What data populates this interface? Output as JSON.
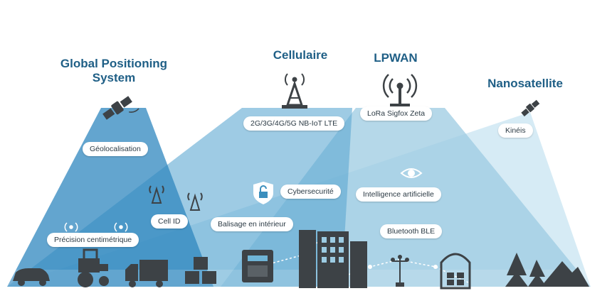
{
  "titles": {
    "gps": "Global Positioning System",
    "cellular": "Cellulaire",
    "lpwan": "LPWAN",
    "nanosat": "Nanosatellite"
  },
  "labels": {
    "cellular_tech": "2G/3G/4G/5G NB-IoT LTE",
    "lpwan_tech": "LoRa Sigfox Zeta",
    "kineis": "Kinéis",
    "geolocalisation": "Géolocalisation",
    "cybersecurite": "Cybersecurité",
    "intelligence": "Intelligence artificielle",
    "cell_id": "Cell ID",
    "balisage": "Balisage en intérieur",
    "bluetooth": "Bluetooth BLE",
    "precision": "Précision centimétrique"
  },
  "colors": {
    "title": "#1f5f86",
    "cone_light": "#a9d3e8",
    "cone_mid": "#6fb4d6",
    "cone_dark": "#3c8fbd",
    "icon": "#3d4246"
  },
  "icons": [
    "satellite-icon",
    "cell-tower-icon",
    "antenna-icon",
    "small-satellite-icon",
    "lock-shield-icon",
    "eye-icon",
    "car-icon",
    "tractor-icon",
    "truck-icon",
    "boxes-icon",
    "machine-icon",
    "building-icon",
    "streetlight-icon",
    "warehouse-icon",
    "tree-icon",
    "mountain-icon"
  ]
}
